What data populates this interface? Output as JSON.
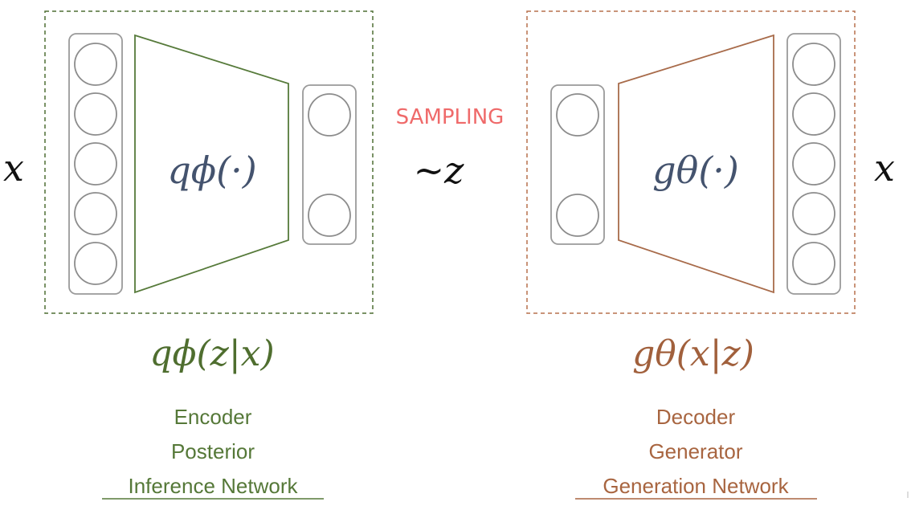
{
  "input_label": "x",
  "output_label": "x",
  "latent_label": "~z",
  "sampling_label": "SAMPLING",
  "encoder": {
    "function_label": "qϕ(·)",
    "distribution_label": "qϕ(z|x)",
    "roles": [
      "Encoder",
      "Posterior",
      "Inference Network"
    ],
    "accent_color": "#4f6e33"
  },
  "decoder": {
    "function_label": "gθ(·)",
    "distribution_label": "gθ(x|z)",
    "roles": [
      "Decoder",
      "Generator",
      "Generation Network"
    ],
    "accent_color": "#b7714d"
  },
  "colors": {
    "sampling": "#ef6a6a",
    "function_text": "#44536e"
  }
}
